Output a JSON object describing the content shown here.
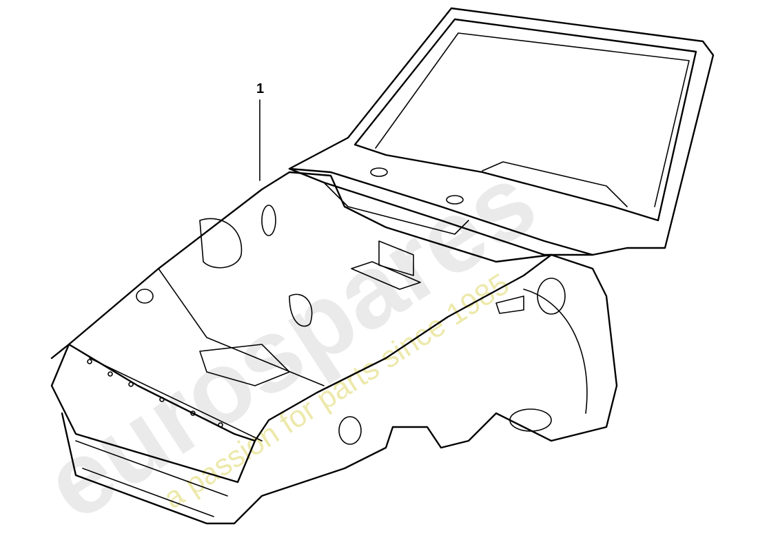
{
  "diagram": {
    "callouts": [
      {
        "label": "1"
      }
    ],
    "watermark": {
      "brand": "eurospares",
      "tagline": "a passion for parts since 1985"
    }
  }
}
